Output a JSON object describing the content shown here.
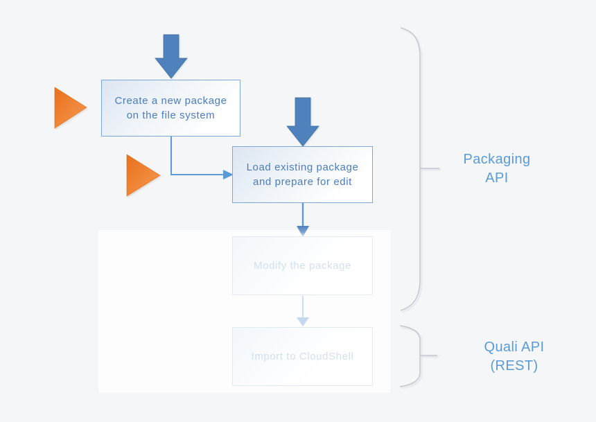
{
  "colors": {
    "background": "#f5f6f7",
    "panel_background": "#fdfdfe",
    "accent_blue": "#5b9bd5",
    "big_arrow_blue": "#4f81bd",
    "box_border_blue": "#7da7d9",
    "box_text_blue": "#4a7cc0",
    "faded_border": "#e1eaf4",
    "faded_text": "#d2e0f2",
    "faded_connector": "#ccddf0",
    "marker_orange": "#ed7d31",
    "brace_gray": "#c2c6cb"
  },
  "flow": {
    "step1": {
      "line1": "Create a new package",
      "line2": "on the file system"
    },
    "step2": {
      "line1": "Load existing package",
      "line2": "and prepare for edit"
    },
    "step3": {
      "label": "Modify the package"
    },
    "step4": {
      "label": "Import to CloudShell"
    }
  },
  "annotations": {
    "packaging_api": {
      "line1": "Packaging",
      "line2": "API"
    },
    "quali_api": {
      "line1": "Quali API",
      "line2": "(REST)"
    }
  },
  "icons": {
    "entry_arrow_left": "down-arrow-icon",
    "entry_arrow_right": "down-arrow-icon",
    "marker_step1": "right-triangle-icon",
    "marker_step2": "right-triangle-icon",
    "brace_packaging": "curly-brace-icon",
    "brace_quali": "curly-brace-icon"
  }
}
